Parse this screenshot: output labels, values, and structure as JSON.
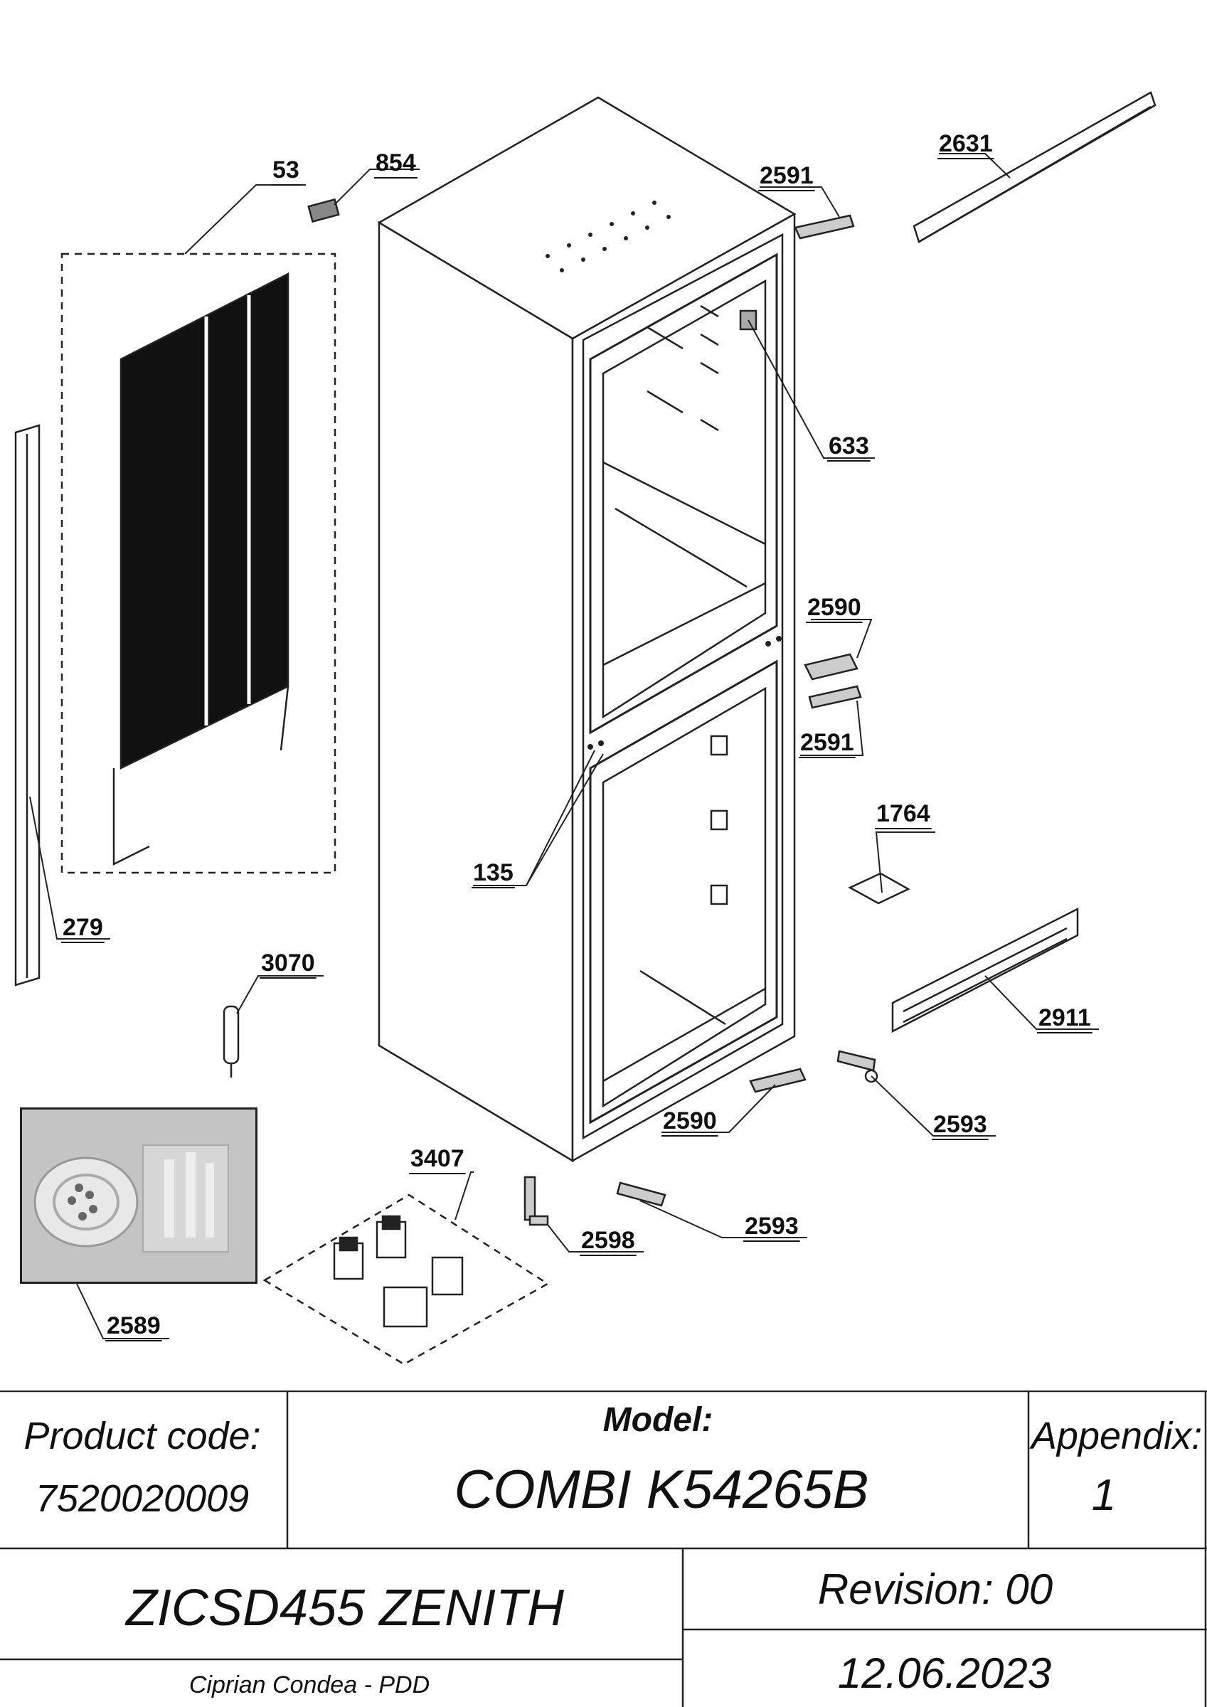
{
  "callouts": {
    "c53": "53",
    "c854": "854",
    "c2591a": "2591",
    "c2631": "2631",
    "c633": "633",
    "c2590a": "2590",
    "c2591b": "2591",
    "c1764": "1764",
    "c135": "135",
    "c279": "279",
    "c3070": "3070",
    "c2911": "2911",
    "c2593a": "2593",
    "c2590b": "2590",
    "c3407": "3407",
    "c2593b": "2593",
    "c2598": "2598",
    "c2589": "2589"
  },
  "title_block": {
    "product_code_label": "Product code:",
    "product_code": "7520020009",
    "model_label": "Model:",
    "model": "COMBI K54265B",
    "appendix_label": "Appendix:",
    "appendix": "1",
    "product_name": "ZICSD455 ZENITH",
    "revision": "Revision: 00",
    "author": "Ciprian Condea - PDD",
    "date": "12.06.2023"
  }
}
